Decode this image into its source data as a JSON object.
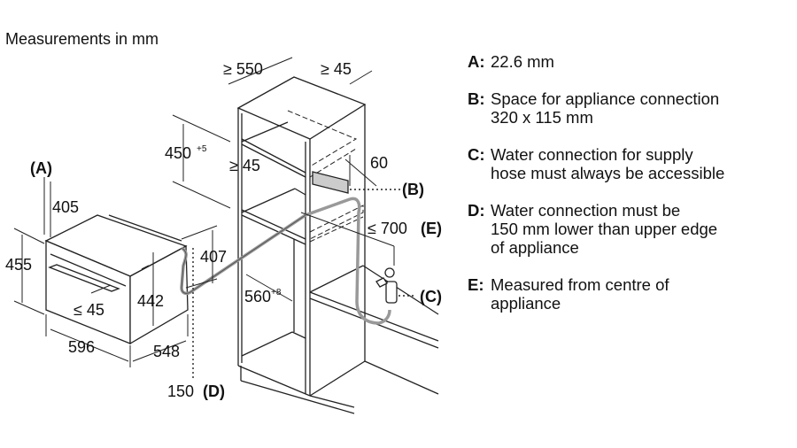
{
  "title": "Measurements in mm",
  "dimensions": {
    "cabinet_depth": "≥ 550",
    "top_gap": "≥ 45",
    "niche_height": "450",
    "niche_height_tol": "+5",
    "shelf_gap": "≥ 45",
    "back_gap": "60",
    "connection_distance": "≤ 700",
    "connection_distance_ref": "(E)",
    "niche_width": "560",
    "niche_width_tol": "+8",
    "ref_b": "(B)",
    "ref_c": "(C)",
    "ref_a": "(A)",
    "oven_depth_inner": "405",
    "oven_height": "455",
    "handle_depth": "≤ 45",
    "oven_body_height": "442",
    "oven_connection_height": "407",
    "oven_width": "596",
    "oven_depth": "548",
    "water_drop": "150",
    "water_drop_ref": "(D)"
  },
  "legend": [
    {
      "key": "A:",
      "text": "22.6 mm"
    },
    {
      "key": "B:",
      "text": "Space for appliance connection\n320 x 115 mm"
    },
    {
      "key": "C:",
      "text": "Water connection for supply\nhose must always be accessible"
    },
    {
      "key": "D:",
      "text": "Water connection must be\n150 mm lower than upper edge\nof appliance"
    },
    {
      "key": "E:",
      "text": "Measured from centre of\nappliance"
    }
  ]
}
